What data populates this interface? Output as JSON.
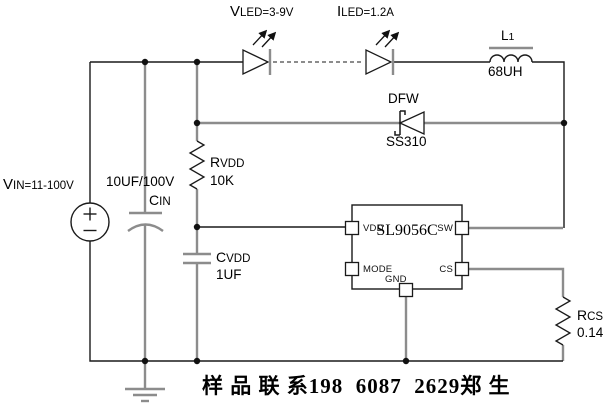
{
  "schematic": {
    "annotations": {
      "vled": {
        "prefix": "V",
        "rest": "LED=3-9V"
      },
      "iled": {
        "prefix": "I",
        "rest": "LED=1.2A"
      },
      "vin": {
        "prefix": "V",
        "rest": "IN=11-100V"
      }
    },
    "components": {
      "l1": {
        "ref_prefix": "L",
        "ref_sub": "1",
        "value": "68UH"
      },
      "dfw": {
        "ref": "DFW",
        "value": "SS310"
      },
      "rvdd": {
        "ref_prefix": "R",
        "ref_sub": "VDD",
        "value": "10K"
      },
      "cin": {
        "ref_prefix": "C",
        "ref_sub": "IN",
        "value": "10UF/100V"
      },
      "cvdd": {
        "ref_prefix": "C",
        "ref_sub": "VDD",
        "value": "1UF"
      },
      "rcs": {
        "ref_prefix": "R",
        "ref_sub": "CS",
        "value": "0.14"
      },
      "ic": {
        "name": "SL9056C",
        "pin_vdd": "VDD",
        "pin_mode": "MODE",
        "pin_sw": "SW",
        "pin_cs": "CS",
        "pin_gnd": "GND"
      }
    },
    "footer_text": "样 品 联 系198  6087  2629郑 生"
  },
  "colors": {
    "background": "#ffffff",
    "wire": "#1a1a1a",
    "wire_gray": "#8c8c8c",
    "text": "#000000"
  }
}
